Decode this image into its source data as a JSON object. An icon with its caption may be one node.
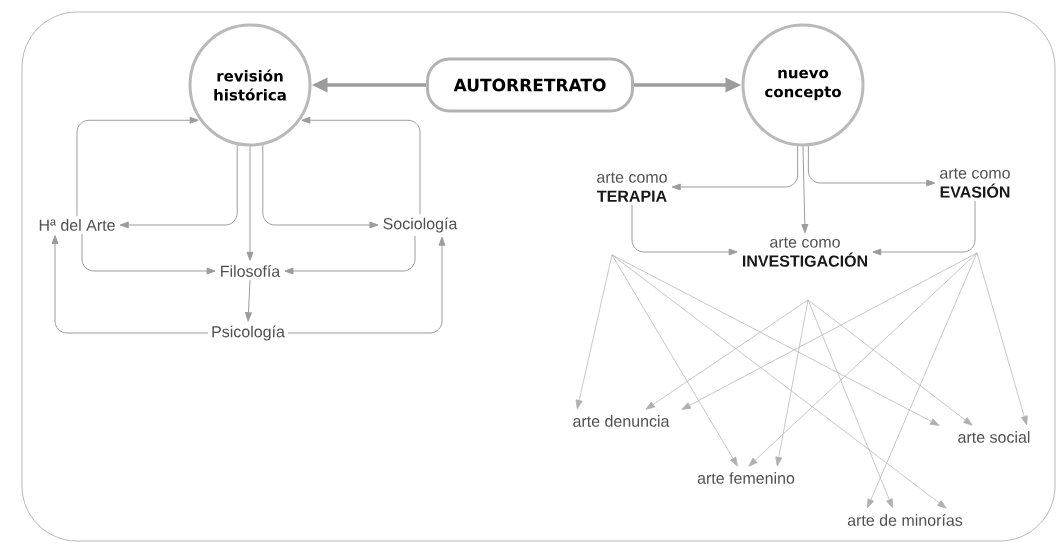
{
  "diagram": {
    "nodes": [
      {
        "text": [
          "AUTORRETRATO"
        ]
      },
      {
        "text": [
          "revisión histórica"
        ]
      },
      {
        "text": [
          "nuevo concepto"
        ]
      },
      {
        "text": [
          "Hª del Arte"
        ]
      },
      {
        "text": [
          "Sociología"
        ]
      },
      {
        "text": [
          "Filosofía"
        ]
      },
      {
        "text": [
          "Psicología"
        ]
      },
      {
        "text": [
          "arte como",
          "TERAPIA"
        ]
      },
      {
        "text": [
          "arte como",
          "EVASIÓN"
        ]
      },
      {
        "text": [
          "arte como",
          "INVESTIGACIÓN"
        ]
      },
      {
        "text": [
          "arte denuncia"
        ]
      },
      {
        "text": [
          "arte femenino"
        ]
      },
      {
        "text": [
          "arte social"
        ]
      },
      {
        "text": [
          "arte de minorías"
        ]
      }
    ],
    "edges": [
      {
        "from": 0,
        "to": 1,
        "arrow": "to",
        "style": "thick"
      },
      {
        "from": 0,
        "to": 2,
        "arrow": "to",
        "style": "thick"
      },
      {
        "from": 1,
        "to": 3,
        "arrow": "to"
      },
      {
        "from": 1,
        "to": 5,
        "arrow": "to"
      },
      {
        "from": 1,
        "to": 4,
        "arrow": "to"
      },
      {
        "from": 3,
        "to": 1,
        "arrow": "to"
      },
      {
        "from": 4,
        "to": 1,
        "arrow": "to"
      },
      {
        "from": 3,
        "to": 5,
        "arrow": "to"
      },
      {
        "from": 4,
        "to": 5,
        "arrow": "to"
      },
      {
        "from": 5,
        "to": 6,
        "arrow": "to"
      },
      {
        "from": 6,
        "to": 3,
        "arrow": "to"
      },
      {
        "from": 6,
        "to": 4,
        "arrow": "to"
      },
      {
        "from": 2,
        "to": 7,
        "arrow": "to"
      },
      {
        "from": 2,
        "to": 9,
        "arrow": "to"
      },
      {
        "from": 2,
        "to": 8,
        "arrow": "to"
      },
      {
        "from": 7,
        "to": 9,
        "arrow": "to"
      },
      {
        "from": 8,
        "to": 9,
        "arrow": "to"
      },
      {
        "from": 7,
        "to": 10,
        "arrow": "to"
      },
      {
        "from": 7,
        "to": 11,
        "arrow": "to"
      },
      {
        "from": 7,
        "to": 13,
        "arrow": "to"
      },
      {
        "from": 7,
        "to": 12,
        "arrow": "to"
      },
      {
        "from": 9,
        "to": 10,
        "arrow": "to"
      },
      {
        "from": 9,
        "to": 11,
        "arrow": "to"
      },
      {
        "from": 9,
        "to": 13,
        "arrow": "to"
      },
      {
        "from": 9,
        "to": 12,
        "arrow": "to"
      },
      {
        "from": 8,
        "to": 10,
        "arrow": "to"
      },
      {
        "from": 8,
        "to": 11,
        "arrow": "to"
      },
      {
        "from": 8,
        "to": 13,
        "arrow": "to"
      },
      {
        "from": 8,
        "to": 12,
        "arrow": "to"
      }
    ]
  }
}
